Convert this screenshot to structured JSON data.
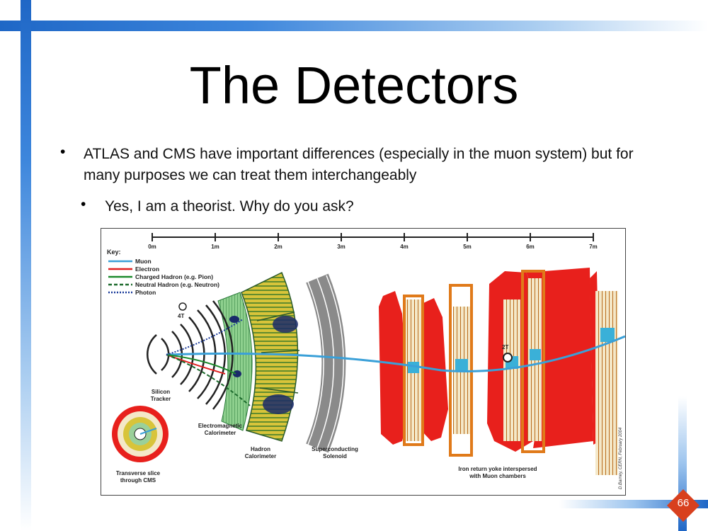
{
  "slide": {
    "title": "The Detectors",
    "bullets": [
      {
        "text": "ATLAS and CMS have important differences (especially in the muon system) but for many purposes we can treat them interchangeably"
      },
      {
        "text": "Yes, I am a theorist. Why do you ask?"
      }
    ],
    "bullet_glyph": "•",
    "page_number": "66"
  },
  "figure": {
    "ruler": [
      "0m",
      "1m",
      "2m",
      "3m",
      "4m",
      "5m",
      "6m",
      "7m"
    ],
    "key_title": "Key:",
    "legend": [
      {
        "label": "Muon",
        "color": "#3aa0d8"
      },
      {
        "label": "Electron",
        "color": "#e02020"
      },
      {
        "label": "Charged Hadron (e.g. Pion)",
        "color": "#1c8a2c"
      },
      {
        "label": "Neutral Hadron (e.g. Neutron)",
        "color": "#1c6a2c"
      },
      {
        "label": "Photon",
        "color": "#1a3a9a"
      }
    ],
    "field_inner": "4T",
    "field_outer": "2T",
    "labels": {
      "silicon": [
        "Silicon",
        "Tracker"
      ],
      "ecal": [
        "Electromagnetic",
        "Calorimeter"
      ],
      "hcal": [
        "Hadron",
        "Calorimeter"
      ],
      "solenoid": [
        "Superconducting",
        "Solenoid"
      ],
      "yoke": [
        "Iron return yoke interspersed",
        "with Muon chambers"
      ],
      "transverse": [
        "Transverse slice",
        "through CMS"
      ]
    },
    "credit": "D.Barney, CERN, February 2004"
  },
  "colors": {
    "accent_blue": "#1f67c6",
    "badge_red": "#d8401e",
    "yoke_red": "#e8201c",
    "hcal_yellow": "#d8c43a",
    "ecal_green": "#7cc47c",
    "solenoid_gray": "#8a8a8a"
  }
}
